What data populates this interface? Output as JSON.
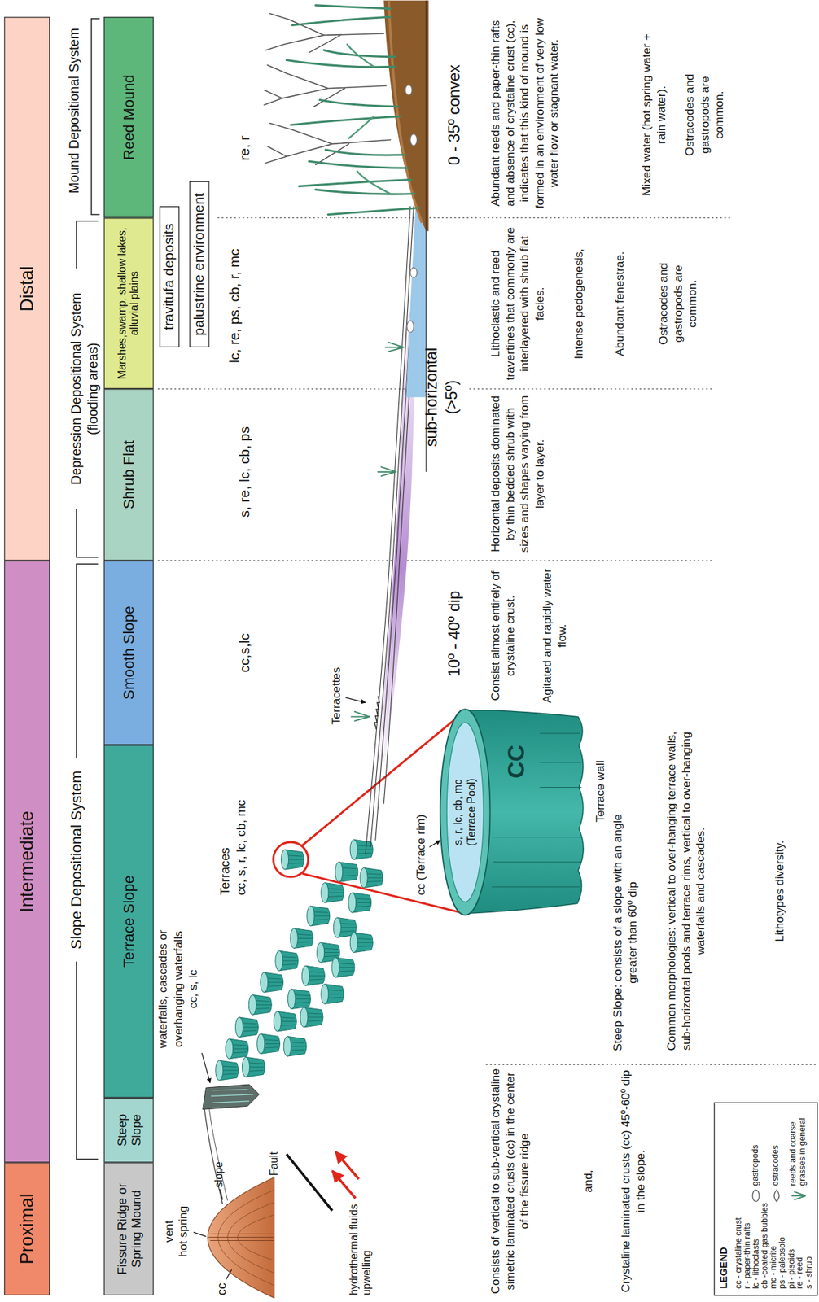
{
  "diagram": {
    "nodes": [
      {
        "text": [
          "Proximal"
        ]
      },
      {
        "text": [
          "Intermediate"
        ]
      },
      {
        "text": [
          "Distal"
        ]
      },
      {
        "text": [
          "Fissure Ridge or Spring Mound"
        ]
      },
      {
        "text": [
          "Steep Slope"
        ]
      },
      {
        "text": [
          "Terrace Slope"
        ]
      },
      {
        "text": [
          "Smooth Slope"
        ]
      },
      {
        "text": [
          "Shrub Flat"
        ]
      },
      {
        "text": [
          "Marshes,swamp, shallow lakes, alluvial plains"
        ]
      },
      {
        "text": [
          "Reed Mound"
        ]
      },
      {
        "text": [
          "travitufa deposits"
        ]
      },
      {
        "text": [
          "palustrine environment"
        ]
      }
    ],
    "labels": [
      "Slope Depositional System",
      "Depression Depositional System (flooding areas)",
      "Mound Depositional System",
      "vent",
      "hot spring",
      "slope",
      "cc",
      "hydrothermal fluids upwelling",
      "Fault",
      "waterfalls, cascades or overhanging waterfalls",
      "cc, s, lc",
      "Terraces",
      "cc, s, r, lc, cb, mc",
      "Terracettes",
      "cc,s,lc",
      "s, re, lc, cb, ps",
      "lc, re, ps, cb, r, mc",
      "re, r",
      "cc (Terrace rim)",
      "s, r, lc, cb, mc (Terrace Pool)",
      "CC",
      "Terrace wall",
      "0 - 35º convex",
      "sub-horizontal (>5º)",
      "10º - 40º dip",
      "Consists of vertical to sub-vertical crystaline simetric laminated crusts (cc) in the center of the fissure ridge",
      "and,",
      "Crystaline laminated crusts (cc) 45º-60º dip in the slope.",
      "Steep Slope: consists of a slope with an angle greater than 60º dip",
      "Common morphologies: vertical to over-hanging terrace walls, sub-horizontal pools and terrace rims, vertical to over-hanging waterfalls and cascades.",
      "Lithotypes diversity.",
      "Consist almost entirely of crystaline crust.",
      "Agitated and rapidly water flow.",
      "Horizontal deposits dominated by thin bedded shrub with sizes and shapes varying from layer to layer.",
      "Lithoclastic and reed travertines that commonly are interlayered with shrub flat facies.",
      "Intense pedogenesis,",
      "Abundant fenestrae.",
      "Ostracodes and gastropods are common.",
      "Abundant reeds and paper-thin rafts and absence of crystaline crust (cc), indicates that this kind of mound is formed in an environment of very low water flow or stagnant water.",
      "Mixed water (hot spring water + rain water).",
      "Ostracodes and gastropods are common.",
      "LEGEND"
    ],
    "legend": [
      {
        "text": "cc - crystaline crust"
      },
      {
        "text": "r - paper-thin rafts"
      },
      {
        "text": "lc - lithoclasts"
      },
      {
        "text": "cb -coated gas bubbles"
      },
      {
        "text": "mc - micrite"
      },
      {
        "text": "ps - paleosolo"
      },
      {
        "text": "pi - pisoids"
      },
      {
        "text": "re - reed"
      },
      {
        "text": "s - shrub"
      },
      {
        "text": "gastropods"
      },
      {
        "text": "ostracodes"
      },
      {
        "text": "reeds and coarse grasses in general"
      }
    ]
  }
}
